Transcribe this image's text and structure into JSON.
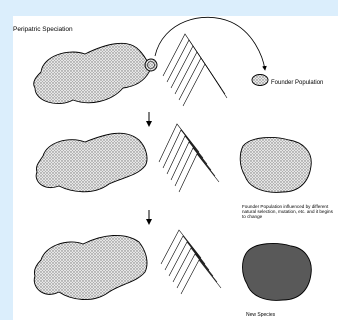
{
  "diagram": {
    "title": "Peripatric Speciation",
    "founder_label": "Founder Population",
    "change_note": "Founder Population influenced by different natural selection, mutation, etc. and it begins to change",
    "new_species_label": "New Species"
  }
}
